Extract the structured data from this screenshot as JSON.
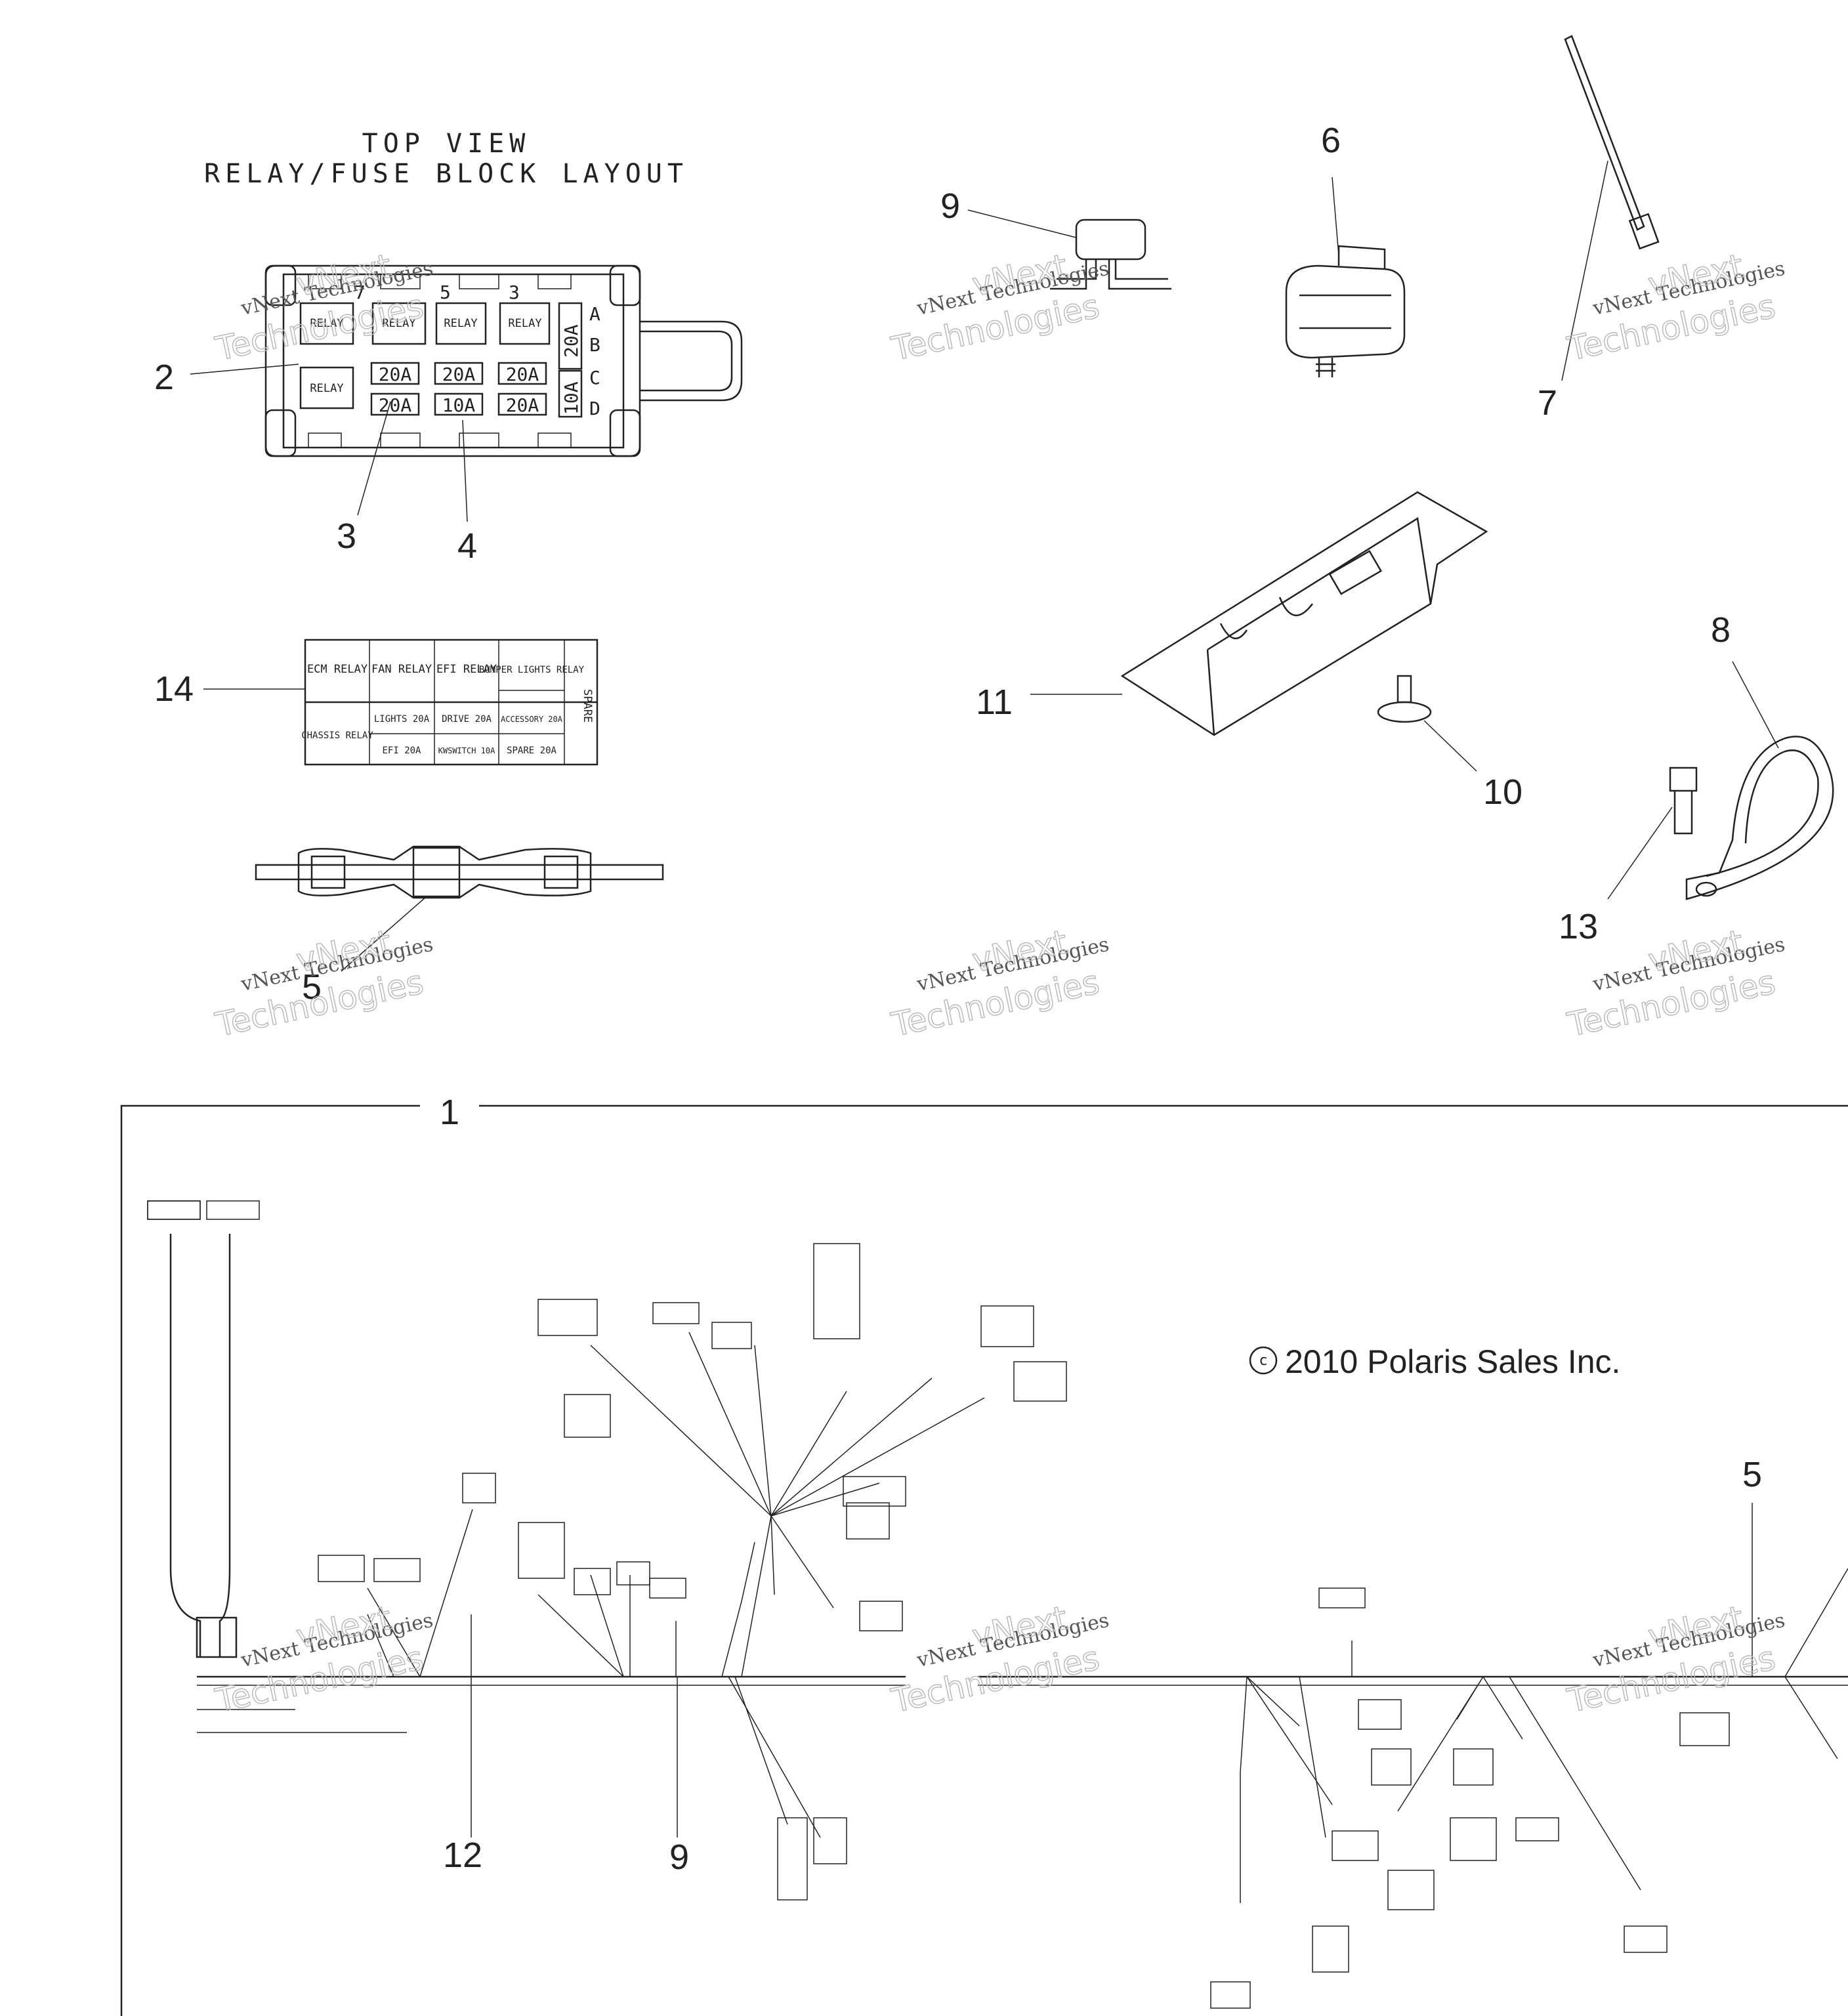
{
  "relay_layout": {
    "title_line1": "TOP VIEW",
    "title_line2": "RELAY/FUSE BLOCK LAYOUT",
    "top_numbers": [
      "7",
      "5",
      "3"
    ],
    "row_letters": [
      "A",
      "B",
      "C",
      "D"
    ],
    "relay_labels": [
      "RELAY",
      "RELAY",
      "RELAY",
      "RELAY",
      "RELAY"
    ],
    "fuses_row1": [
      "20A",
      "20A",
      "20A"
    ],
    "fuses_row2": [
      "20A",
      "10A",
      "20A"
    ],
    "fuse_vertical_top": "20A",
    "fuse_vertical_bottom": "10A"
  },
  "decal_table": {
    "row1": [
      "ECM RELAY",
      "FAN RELAY",
      "EFI RELAY",
      "BUMPER LIGHTS RELAY"
    ],
    "row1_extra": "SPARE",
    "row2_left": "CHASSIS RELAY",
    "row2_a": [
      "LIGHTS 20A",
      "DRIVE 20A",
      "ACCESSORY 20A"
    ],
    "row2_b": [
      "EFI 20A",
      "KWSWITCH 10A",
      "SPARE 20A"
    ]
  },
  "callouts": {
    "c1": "1",
    "c2": "2",
    "c3": "3",
    "c4": "4",
    "c5a": "5",
    "c5b": "5",
    "c6": "6",
    "c7": "7",
    "c8": "8",
    "c9a": "9",
    "c9b": "9",
    "c10": "10",
    "c11": "11",
    "c12": "12",
    "c13": "13",
    "c14": "14"
  },
  "copyright": "2010 Polaris Sales Inc.",
  "copyright_symbol": "c",
  "watermark": {
    "line1": "vNext Technologies",
    "line2": "Technologies",
    "line3": "vNext"
  }
}
